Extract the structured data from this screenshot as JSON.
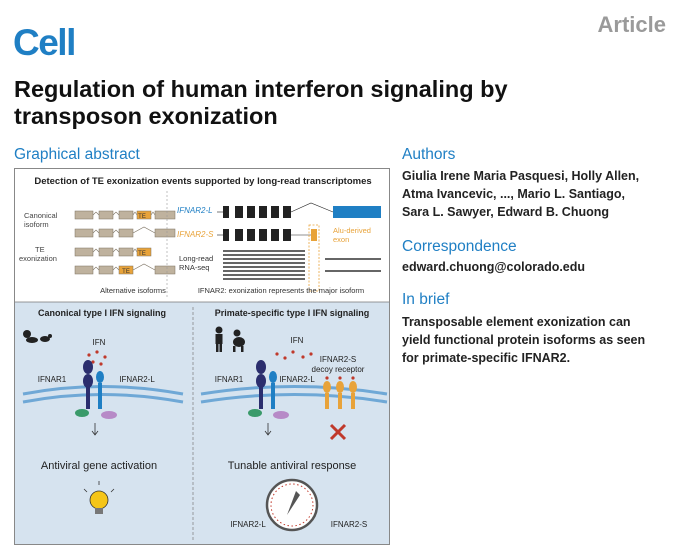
{
  "header": {
    "logo": "Cell",
    "article_type": "Article"
  },
  "title": "Regulation of human interferon signaling by transposon exonization",
  "graphical_abstract": {
    "heading": "Graphical abstract",
    "top_panel": {
      "title": "Detection of TE exonization events supported by long-read transcriptomes",
      "row_labels": {
        "canonical": "Canonical isoform",
        "te_exonization": "TE exonization"
      },
      "te_box_label": "TE",
      "left_caption": "Alternative isoforms",
      "ifnar2_l": "IFNAR2-L",
      "ifnar2_s": "IFNAR2-S",
      "alu_label": "Alu-derived exon",
      "long_read_label": "Long-read RNA-seq",
      "right_caption": "IFNAR2: exonization represents the major isoform"
    },
    "bottom_left": {
      "title": "Canonical type I IFN signaling",
      "ifn": "IFN",
      "ifnar1": "IFNAR1",
      "ifnar2l": "IFNAR2-L",
      "outcome": "Antiviral gene activation"
    },
    "bottom_right": {
      "title": "Primate-specific type I IFN signaling",
      "ifn": "IFN",
      "ifnar1": "IFNAR1",
      "ifnar2l": "IFNAR2-L",
      "decoy": "IFNAR2-S decoy receptor",
      "outcome": "Tunable antiviral response",
      "dial_left": "IFNAR2-L",
      "dial_right": "IFNAR2-S"
    },
    "colors": {
      "accent_blue": "#1f7fc4",
      "panel_blue": "#d6e3ef",
      "te_orange": "#e8a33a",
      "receptor_navy": "#2b2e6e"
    }
  },
  "authors": {
    "heading": "Authors",
    "line1": "Giulia Irene Maria Pasquesi, Holly Allen,",
    "line2": "Atma Ivancevic, ..., Mario L. Santiago,",
    "line3": "Sara L. Sawyer, Edward B. Chuong"
  },
  "correspondence": {
    "heading": "Correspondence",
    "email": "edward.chuong@colorado.edu"
  },
  "in_brief": {
    "heading": "In brief",
    "line1": "Transposable element exonization can",
    "line2": "yield functional protein isoforms as seen",
    "line3": "for primate-specific IFNAR2."
  }
}
